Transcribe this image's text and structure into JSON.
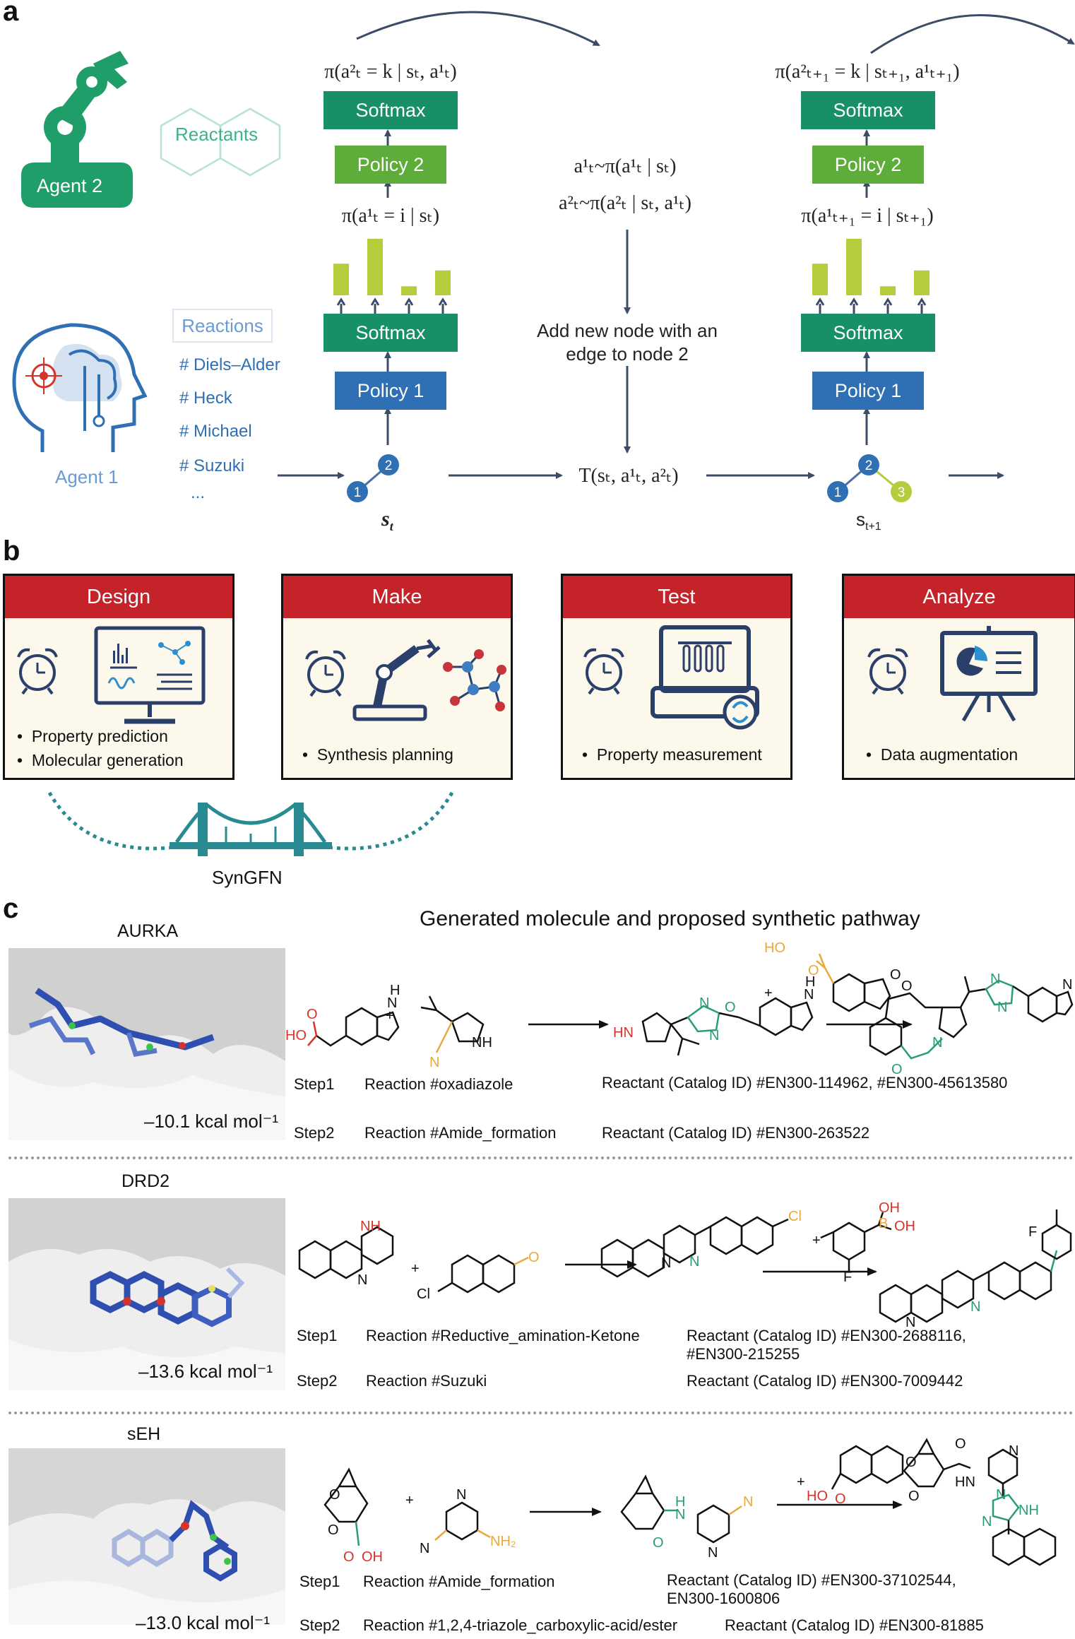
{
  "panel_a": {
    "letter": "a",
    "agent2_label": "Agent 2",
    "reactants_label": "Reactants",
    "reactions_header": "Reactions",
    "reactions": [
      "# Diels–Alder",
      "# Heck",
      "# Michael",
      "# Suzuki",
      "..."
    ],
    "agent1_label": "Agent 1",
    "softmax_label": "Softmax",
    "policy2_label": "Policy 2",
    "policy1_label": "Policy 1",
    "state_label": "s",
    "state_sub": "t",
    "next_state_label": "s",
    "next_state_sub": "t+1",
    "node_labels": [
      "1",
      "2",
      "3"
    ],
    "sample_1": "a¹ₜ~π(a¹ₜ | sₜ)",
    "sample_2": "a²ₜ~π(a²ₜ | sₜ, a¹ₜ)",
    "add_node_line1": "Add new node with an",
    "add_node_line2": "edge to node 2",
    "transition": "T(sₜ, a¹ₜ, a²ₜ)",
    "pi_top_left": "π(a²ₜ = k | sₜ, a¹ₜ)",
    "pi_mid_left": "π(a¹ₜ = i | sₜ)",
    "pi_top_right": "π(a²ₜ₊₁ = k | sₜ₊₁, a¹ₜ₊₁)",
    "pi_mid_right": "π(a¹ₜ₊₁ = i | sₜ₊₁)",
    "bar_levels": [
      0.56,
      1.0,
      0.16,
      0.44
    ],
    "colors": {
      "softmax": "#17906a",
      "policy2": "#5eac3a",
      "policy1": "#2f6fb4",
      "bars": "#b7cc3c",
      "agent2": "#1f9e6a",
      "agent1": "#2f6fb4"
    }
  },
  "panel_b": {
    "letter": "b",
    "cards": [
      {
        "title": "Design",
        "bullets": [
          "Property prediction",
          "Molecular generation"
        ]
      },
      {
        "title": "Make",
        "bullets": [
          "Synthesis planning"
        ]
      },
      {
        "title": "Test",
        "bullets": [
          "Property measurement"
        ]
      },
      {
        "title": "Analyze",
        "bullets": [
          "Data augmentation"
        ]
      }
    ],
    "bridge_label": "SynGFN",
    "colors": {
      "header": "#c4232a",
      "card_bg": "#fcf9ec",
      "icon": "#2b3f6b",
      "bridge": "#2a8a92"
    }
  },
  "panel_c": {
    "letter": "c",
    "title": "Generated molecule and proposed synthetic pathway",
    "targets": [
      {
        "name": "AURKA",
        "energy": "–10.1 kcal mol⁻¹",
        "steps": [
          {
            "label": "Step1",
            "reaction": "Reaction #oxadiazole",
            "reactant": "Reactant (Catalog ID) #EN300-114962, #EN300-45613580"
          },
          {
            "label": "Step2",
            "reaction": "Reaction #Amide_formation",
            "reactant": "Reactant (Catalog ID) #EN300-263522"
          }
        ]
      },
      {
        "name": "DRD2",
        "energy": "–13.6 kcal mol⁻¹",
        "steps": [
          {
            "label": "Step1",
            "reaction": "Reaction #Reductive_amination-Ketone",
            "reactant": "Reactant (Catalog ID) #EN300-2688116,",
            "reactant2": "#EN300-215255"
          },
          {
            "label": "Step2",
            "reaction": "Reaction #Suzuki",
            "reactant": "Reactant (Catalog ID) #EN300-7009442"
          }
        ]
      },
      {
        "name": "sEH",
        "energy": "–13.0 kcal mol⁻¹",
        "steps": [
          {
            "label": "Step1",
            "reaction": "Reaction #Amide_formation",
            "reactant": "Reactant (Catalog ID) #EN300-37102544,",
            "reactant2": "EN300-1600806"
          },
          {
            "label": "Step2",
            "reaction": "Reaction #1,2,4-triazole_carboxylic-acid/ester",
            "reactant": "Reactant (Catalog ID) #EN300-81885"
          }
        ]
      }
    ],
    "atoms": {
      "HO": "HO",
      "O": "O",
      "N": "N",
      "H": "H",
      "NH": "NH",
      "HN": "HN",
      "Cl": "Cl",
      "F": "F",
      "B": "B",
      "OH": "OH",
      "NH2": "NH₂",
      "OHs": "OH"
    },
    "colors": {
      "ligand": "#2f4fb0",
      "surface": "#dedede",
      "oxygen": "#d6342b",
      "nitrogen": "#2a9d74",
      "cyano": "#e9a93b"
    }
  }
}
